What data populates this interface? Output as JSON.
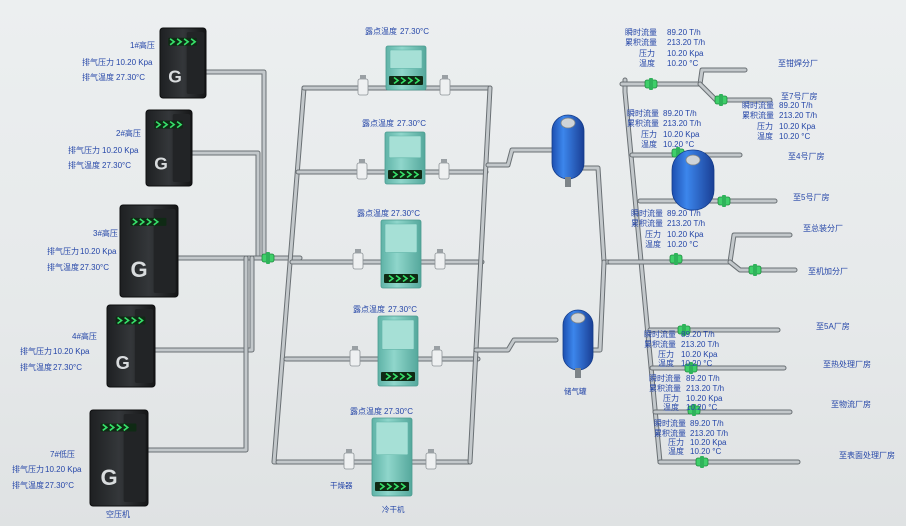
{
  "colors": {
    "text": "#2546a8",
    "pipe": "#9ea4a8",
    "compressor": "#2a2c2e",
    "dryer": "#79c8bc",
    "tank": "#2b6fd6",
    "valve": "#3fcf6a",
    "arrow": "#36e06a"
  },
  "compressors": [
    {
      "name": "1#高压",
      "p_label": "排气压力",
      "p_value": "10.20 Kpa",
      "t_label": "排气温度",
      "t_value": "27.30°C"
    },
    {
      "name": "2#高压",
      "p_label": "排气压力",
      "p_value": "10.20 Kpa",
      "t_label": "排气温度",
      "t_value": "27.30°C"
    },
    {
      "name": "3#高压",
      "p_label": "排气压力",
      "p_value": "10.20 Kpa",
      "t_label": "排气温度",
      "t_value": "27.30°C"
    },
    {
      "name": "4#高压",
      "p_label": "排气压力",
      "p_value": "10.20 Kpa",
      "t_label": "排气温度",
      "t_value": "27.30°C"
    },
    {
      "name": "7#低压",
      "p_label": "排气压力",
      "p_value": "10.20 Kpa",
      "t_label": "排气温度",
      "t_value": "27.30°C"
    }
  ],
  "compressor_caption": "空压机",
  "dryers": [
    {
      "dew_label": "露点温度",
      "dew_value": "27.30°C"
    },
    {
      "dew_label": "露点温度",
      "dew_value": "27.30°C"
    },
    {
      "dew_label": "露点温度",
      "dew_value": "27.30°C"
    },
    {
      "dew_label": "露点温度",
      "dew_value": "27.30°C"
    },
    {
      "dew_label": "露点温度",
      "dew_value": "27.30°C"
    }
  ],
  "filter_caption": "干燥器",
  "dryer_caption": "冷干机",
  "tank_caption": "储气罐",
  "meters": [
    {
      "flow_label": "瞬时流量",
      "flow": "89.20 T/h",
      "total_label": "累积流量",
      "total": "213.20 T/h",
      "pressure_label": "压力",
      "pressure": "10.20 Kpa",
      "temp_label": "温度",
      "temp": "10.20 °C"
    },
    {
      "flow_label": "瞬时流量",
      "flow": "89.20 T/h",
      "total_label": "累积流量",
      "total": "213.20 T/h",
      "pressure_label": "压力",
      "pressure": "10.20 Kpa",
      "temp_label": "温度",
      "temp": "10.20 °C"
    },
    {
      "flow_label": "瞬时流量",
      "flow": "89.20 T/h",
      "total_label": "累积流量",
      "total": "213.20 T/h",
      "pressure_label": "压力",
      "pressure": "10.20 Kpa",
      "temp_label": "温度",
      "temp": "10.20 °C"
    },
    {
      "flow_label": "瞬时流量",
      "flow": "89.20 T/h",
      "total_label": "累积流量",
      "total": "213.20 T/h",
      "pressure_label": "压力",
      "pressure": "10.20 Kpa",
      "temp_label": "温度",
      "temp": "10.20 °C"
    },
    {
      "flow_label": "瞬时流量",
      "flow": "89.20 T/h",
      "total_label": "累积流量",
      "total": "213.20 T/h",
      "pressure_label": "压力",
      "pressure": "10.20 Kpa",
      "temp_label": "温度",
      "temp": "10.20 °C"
    },
    {
      "flow_label": "瞬时流量",
      "flow": "89.20 T/h",
      "total_label": "累积流量",
      "total": "213.20 T/h",
      "pressure_label": "压力",
      "pressure": "10.20 Kpa",
      "temp_label": "温度",
      "temp": "10.20 °C"
    },
    {
      "flow_label": "瞬时流量",
      "flow": "89.20 T/h",
      "total_label": "累积流量",
      "total": "213.20 T/h",
      "pressure_label": "压力",
      "pressure": "10.20 Kpa",
      "temp_label": "温度",
      "temp": "10.20 °C"
    }
  ],
  "destinations": [
    "至钳焊分厂",
    "至7号厂房",
    "至4号厂房",
    "至5号厂房",
    "至总装分厂",
    "至机加分厂",
    "至5A厂房",
    "至热处理厂房",
    "至物流厂房",
    "至表面处理厂房"
  ]
}
